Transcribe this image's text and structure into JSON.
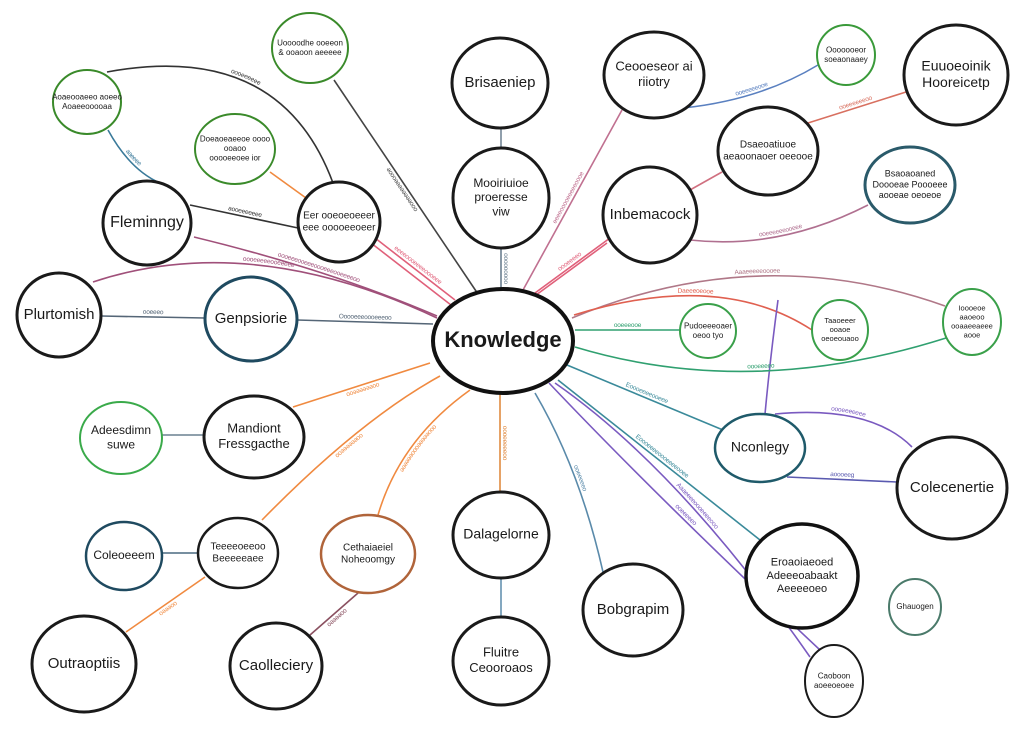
{
  "diagram": {
    "type": "mind-map",
    "center": {
      "label": [
        "Knowledge"
      ],
      "color": "#111111"
    },
    "nodes": [
      {
        "id": "n2",
        "label": [
          "Brisaeniep"
        ],
        "color": "#1a1a1a"
      },
      {
        "id": "n3",
        "label": [
          "Mooiriuioe",
          "proeresse",
          "viw"
        ],
        "color": "#1a1a1a"
      },
      {
        "id": "n4",
        "label": [
          "Ceooeseor ai",
          "riiotry"
        ],
        "color": "#1a1a1a"
      },
      {
        "id": "n5",
        "label": [
          "Ooooooeor",
          "soeaonaaey"
        ],
        "color": "#3a9a3a"
      },
      {
        "id": "n6",
        "label": [
          "Euuoeoinik",
          "Hooreicetp"
        ],
        "color": "#1a1a1a"
      },
      {
        "id": "n7",
        "label": [
          "Dsaeoatiuoe",
          "aeaoonaoer oeeooe"
        ],
        "color": "#1a1a1a"
      },
      {
        "id": "n8",
        "label": [
          "Inbemacock"
        ],
        "color": "#1a1a1a"
      },
      {
        "id": "n9",
        "label": [
          "Bsaoaoaned",
          "Doooeae Poooeee",
          "aooeae oeoeoe"
        ],
        "color": "#2a5a6a"
      },
      {
        "id": "n10",
        "label": [
          "Uoooodhe ooeeon",
          "& ooaoon aeeeee"
        ],
        "color": "#3a8a2a"
      },
      {
        "id": "n11",
        "label": [
          "Aoaeooaeeo aoeeo",
          "Aoaeeooooaa"
        ],
        "color": "#3a8a2a"
      },
      {
        "id": "n12",
        "label": [
          "Doeaoeaeeoe oooo",
          "ooaoo",
          "ooooeeoee ior"
        ],
        "color": "#3a8a2a"
      },
      {
        "id": "n13",
        "label": [
          "Fleminngy"
        ],
        "color": "#1a1a1a"
      },
      {
        "id": "n14",
        "label": [
          "Eer ooeoeoeeer",
          "eee ooooeeoeer"
        ],
        "color": "#1a1a1a"
      },
      {
        "id": "n15",
        "label": [
          "Plurtomish"
        ],
        "color": "#1a1a1a"
      },
      {
        "id": "n16",
        "label": [
          "Genpsiorie"
        ],
        "color": "#1f4a60"
      },
      {
        "id": "n17",
        "label": [
          "Pudoeeeoaer",
          "oeoo tyo"
        ],
        "color": "#3aa04a"
      },
      {
        "id": "n18",
        "label": [
          "Taaoeeer",
          "ooaoe",
          "oeoeouaoo"
        ],
        "color": "#3aa04a"
      },
      {
        "id": "n19",
        "label": [
          "Ioooeoe",
          "aaoeoo",
          "ooaaeeaeee",
          "aooe"
        ],
        "color": "#3aa04a"
      },
      {
        "id": "n20",
        "label": [
          "Adeesdimn",
          "suwe"
        ],
        "color": "#3aaa4a"
      },
      {
        "id": "n21",
        "label": [
          "Mandiont",
          "Fressgacthe"
        ],
        "color": "#1a1a1a"
      },
      {
        "id": "n22",
        "label": [
          "Coleoeeem"
        ],
        "color": "#1f4a60"
      },
      {
        "id": "n23",
        "label": [
          "Teeeeoeeoo",
          "Beeeeeaee"
        ],
        "color": "#1a1a1a"
      },
      {
        "id": "n24",
        "label": [
          "Cethaiaeiel",
          "Noheoomgy"
        ],
        "color": "#b0643a"
      },
      {
        "id": "n25",
        "label": [
          "Dalagelorne"
        ],
        "color": "#1a1a1a"
      },
      {
        "id": "n26",
        "label": [
          "Outraoptiis"
        ],
        "color": "#1a1a1a"
      },
      {
        "id": "n27",
        "label": [
          "Caolleciery"
        ],
        "color": "#1a1a1a"
      },
      {
        "id": "n28",
        "label": [
          "Fluitre",
          "Ceooroaos"
        ],
        "color": "#1a1a1a"
      },
      {
        "id": "n29",
        "label": [
          "Bobgrapim"
        ],
        "color": "#1a1a1a"
      },
      {
        "id": "n30",
        "label": [
          "Nconlegy"
        ],
        "color": "#1f5a6a"
      },
      {
        "id": "n31",
        "label": [
          "Colecenertie"
        ],
        "color": "#1a1a1a"
      },
      {
        "id": "n32",
        "label": [
          "Eroaoiaeoed",
          "Adeeeoabaakt",
          "Aeeeeoeo"
        ],
        "color": "#111111"
      },
      {
        "id": "n33",
        "label": [
          "Ghauogen"
        ],
        "color": "#4a7a6a"
      },
      {
        "id": "n34",
        "label": [
          "Caoboon",
          "aoeeoeoee"
        ],
        "color": "#1a1a1a"
      }
    ],
    "edges": [
      {
        "label": "",
        "color": "#6a7f90"
      },
      {
        "label": "ooooooooo",
        "color": "#6a7f90"
      },
      {
        "label": "oooeeeeeeeeoooe",
        "color": "#444444"
      },
      {
        "label": "oooeeeeee",
        "color": "#333333"
      },
      {
        "label": "aaeeee",
        "color": "#3a7a9a"
      },
      {
        "label": "",
        "color": "#f08a40"
      },
      {
        "label": "aooeeeeeee",
        "color": "#333333"
      },
      {
        "label": "eeeeoooeeeeoooeee",
        "color": "#e0607a"
      },
      {
        "label": "oooeeeooeeeoooeeeooeeeeoo",
        "color": "#a0507a"
      },
      {
        "label": "oooeeeeeooeeeee",
        "color": "#a0507a"
      },
      {
        "label": "ooeeeo",
        "color": "#556677"
      },
      {
        "label": "Ooooeeeoooeeeoo",
        "color": "#556677"
      },
      {
        "label": "eeeeooooeeeeeoooe",
        "color": "#c07090"
      },
      {
        "label": "ooeeeeeooe",
        "color": "#5a80c0"
      },
      {
        "label": "oooeeeeo",
        "color": "#e0607a"
      },
      {
        "label": "",
        "color": "#d07080"
      },
      {
        "label": "ooeeeeeeoo",
        "color": "#d87060"
      },
      {
        "label": "ooeeeeeeooeee",
        "color": "#b07090"
      },
      {
        "label": "Aaaeeeeeoooee",
        "color": "#b07888"
      },
      {
        "label": "Daeeeoeooe",
        "color": "#e06050"
      },
      {
        "label": "",
        "color": "#7a5ac0"
      },
      {
        "label": "ooeeeooe",
        "color": "#30a070"
      },
      {
        "label": "oooeeeeo",
        "color": "#30a070"
      },
      {
        "label": "Eoooeeeeooeee",
        "color": "#3a8a9a"
      },
      {
        "label": "Eoooeeeeoooeeeeooee",
        "color": "#3a8a9a"
      },
      {
        "label": "Aaaeeeeoooeeeeooo",
        "color": "#7a5ac0"
      },
      {
        "label": "ooeeeeeo",
        "color": "#7a5ac0"
      },
      {
        "label": "ooeeeeeo",
        "color": "#5a8aaa"
      },
      {
        "label": "",
        "color": "#5a8aaa"
      },
      {
        "label": "oooeeeeeoo",
        "color": "#e08a40"
      },
      {
        "label": "ooeeeeeeoo",
        "color": "#f08a40"
      },
      {
        "label": "ooeeeeeeoo",
        "color": "#f08a40"
      },
      {
        "label": "oooeeeeeoooeeeeee",
        "color": "#f08a40"
      },
      {
        "label": "",
        "color": "#6a8090"
      },
      {
        "label": "",
        "color": "#4a6a80"
      },
      {
        "label": "ooeeeo",
        "color": "#f08a40"
      },
      {
        "label": "ooeeeeo",
        "color": "#8a5060"
      },
      {
        "label": "oooeeeeeee",
        "color": "#7a5ac0"
      },
      {
        "label": "aoooeeg",
        "color": "#5a5ab0"
      }
    ]
  }
}
